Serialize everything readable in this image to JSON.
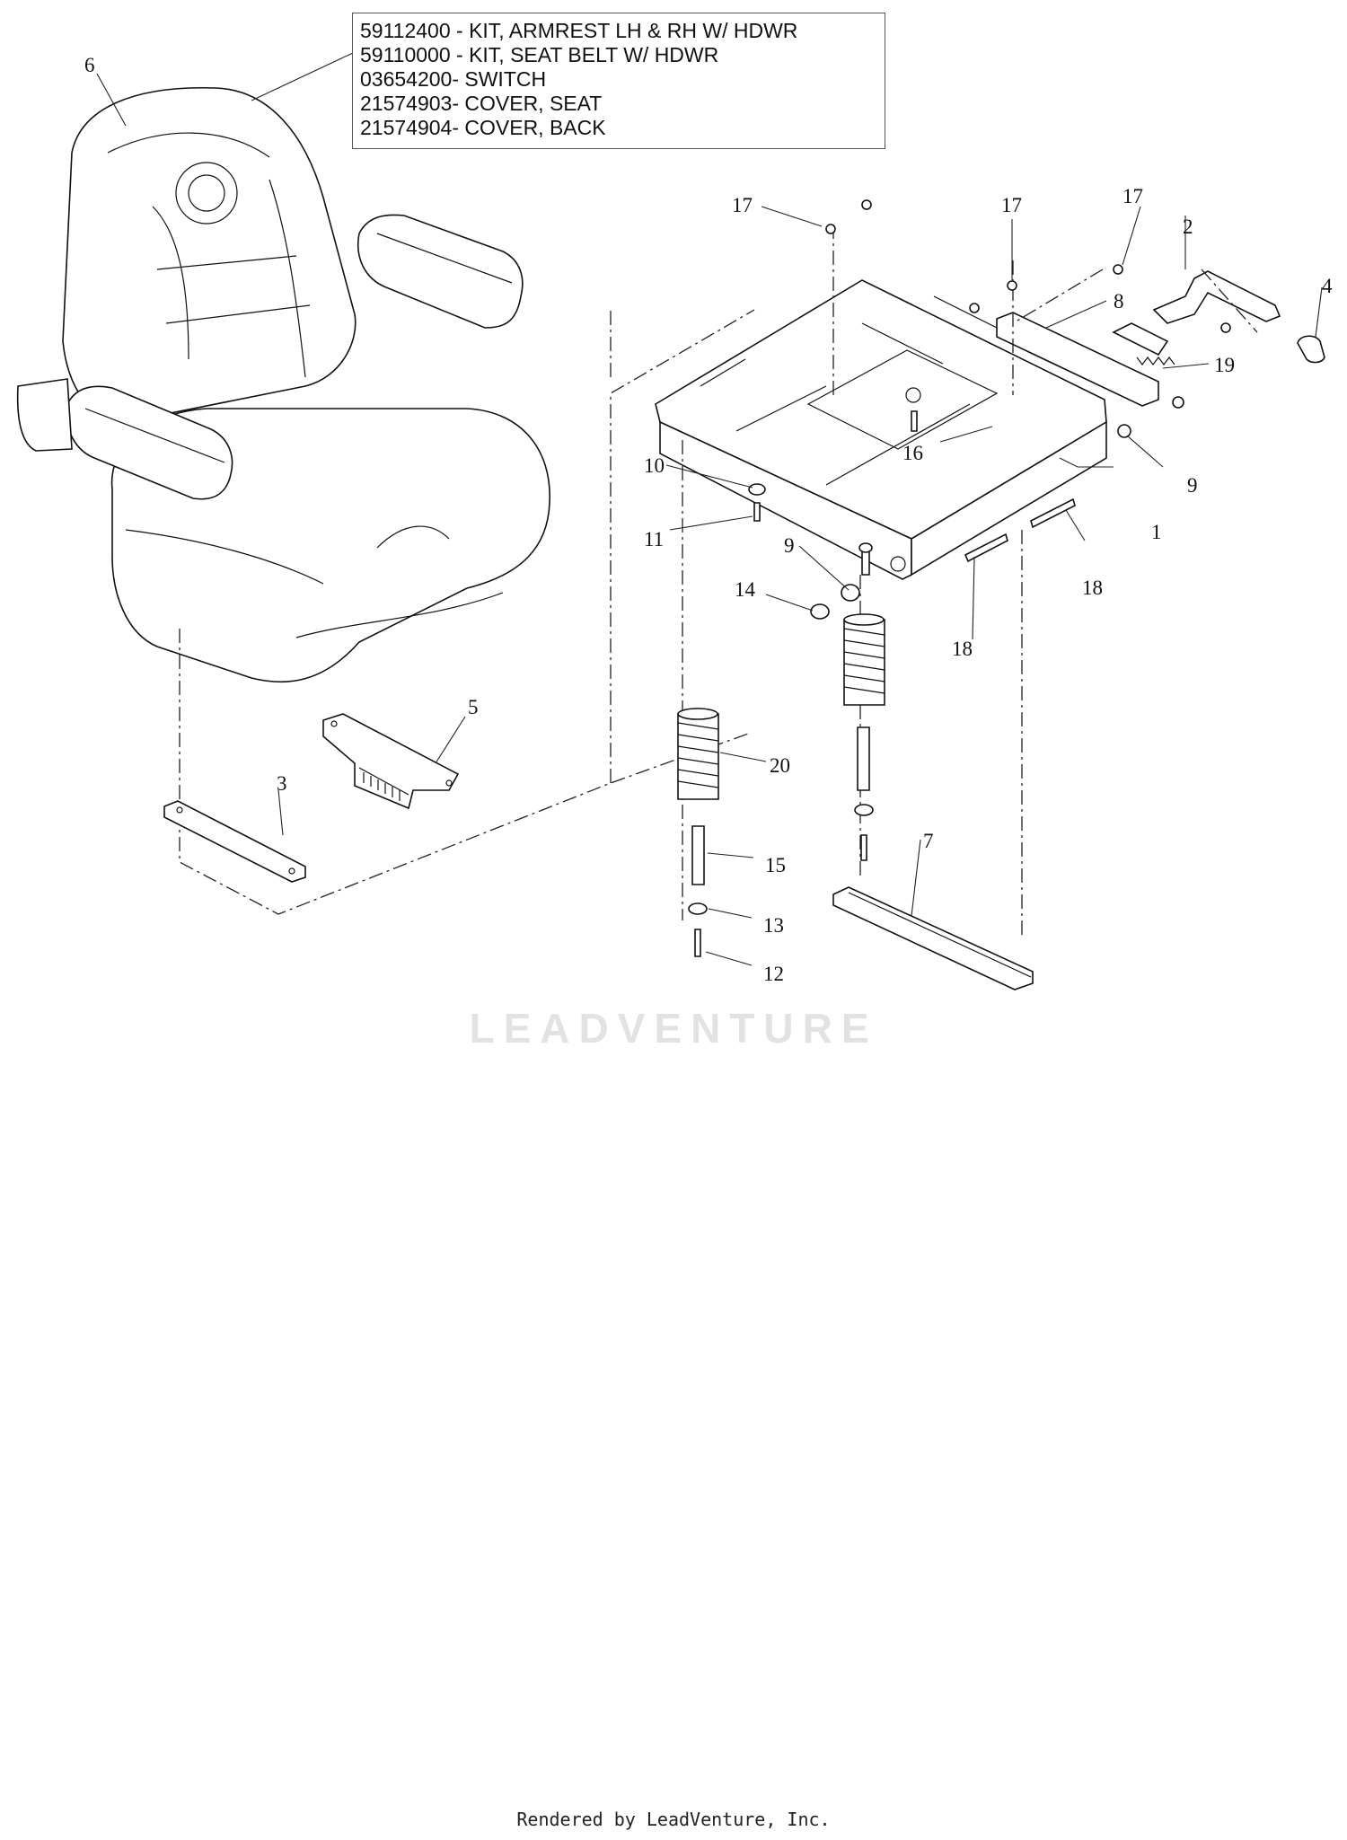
{
  "legend": {
    "lines": [
      "59112400 - KIT, ARMREST LH & RH W/ HDWR",
      "59110000 - KIT, SEAT BELT W/ HDWR",
      "03654200- SWITCH",
      "21574903- COVER, SEAT",
      "21574904- COVER, BACK"
    ]
  },
  "callouts": {
    "c1": "1",
    "c2": "2",
    "c3": "3",
    "c4": "4",
    "c5": "5",
    "c6": "6",
    "c7": "7",
    "c8": "8",
    "c9a": "9",
    "c9b": "9",
    "c10": "10",
    "c11": "11",
    "c12": "12",
    "c13": "13",
    "c14": "14",
    "c15": "15",
    "c16": "16",
    "c17a": "17",
    "c17b": "17",
    "c17c": "17",
    "c18a": "18",
    "c18b": "18",
    "c19": "19",
    "c20": "20"
  },
  "watermark": "LEADVENTURE",
  "footer": "Rendered by LeadVenture, Inc."
}
